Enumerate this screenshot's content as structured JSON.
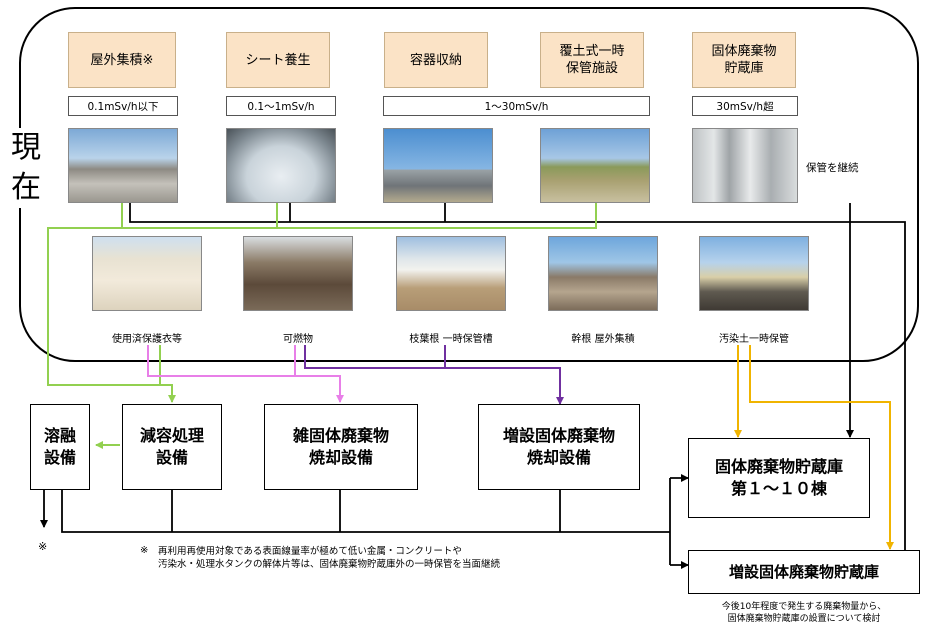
{
  "current_label": "現\n在",
  "categories": [
    {
      "label": "屋外集積※"
    },
    {
      "label": "シート養生"
    },
    {
      "label": "容器収納"
    },
    {
      "label": "覆土式一時\n保管施設"
    },
    {
      "label": "固体廃棄物\n貯蔵庫"
    }
  ],
  "dose_rates": [
    "0.1mSv/h以下",
    "0.1〜1mSv/h",
    "1〜30mSv/h",
    "30mSv/h超"
  ],
  "continue_storage": "保管を継続",
  "storage_items": [
    "使用済保護衣等",
    "可燃物",
    "枝葉根 一時保管槽",
    "幹根 屋外集積",
    "汚染土一時保管"
  ],
  "facilities": {
    "melting": "溶融\n設備",
    "volume_reduction": "減容処理\n設備",
    "misc_incineration": "雑固体廃棄物\n焼却設備",
    "additional_incineration": "増設固体廃棄物\n焼却設備",
    "storage_bldg": "固体廃棄物貯蔵庫\n第１〜１０棟",
    "additional_storage": "増設固体廃棄物貯蔵庫"
  },
  "asterisk": "※",
  "footnote_mark": "※",
  "footnote": "再利用再使用対象である表面線量率が極めて低い金属・コンクリートや\n汚染水・処理水タンクの解体片等は、固体廃棄物貯蔵庫外の一時保管を当面継続",
  "bottom_note": "今後10年程度で発生する廃棄物量から、\n固体廃棄物貯蔵庫の設置について検討",
  "colors": {
    "green": "#92d050",
    "pink": "#e87fe8",
    "purple": "#7030a0",
    "orange": "#f0b400",
    "category_fill": "#fbe3c6"
  }
}
